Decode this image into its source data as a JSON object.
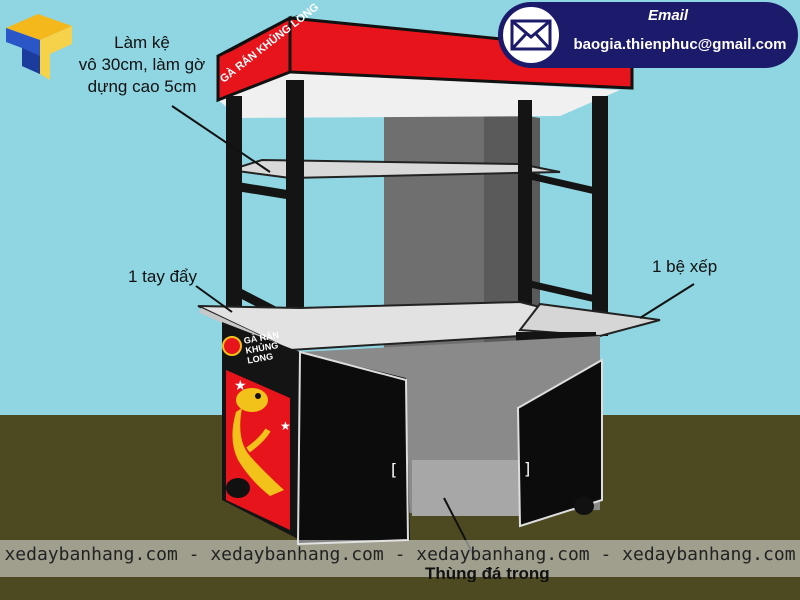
{
  "callouts": {
    "shelf_line1": "Làm kệ",
    "shelf_line2": "vô 30cm, làm gờ",
    "shelf_line3": "dựng cao 5cm",
    "handle": "1 tay đẩy",
    "fold": "1 bệ xếp"
  },
  "email": {
    "label": "Email",
    "address": "baogia.thienphuc@gmail.com",
    "icon": "envelope-icon"
  },
  "cart": {
    "sign_text": "GÀ RÁN KHỦNG LONG",
    "brand_line1": "GÀ RÁN",
    "brand_line2": "KHỦNG LONG"
  },
  "watermark": "xedaybanhang.com - xedaybanhang.com - xedaybanhang.com - xedaybanhang.com",
  "bottom_caption": "Thùng đá trong",
  "colors": {
    "sky": "#8fd6e2",
    "ground": "#4d4a22",
    "cart_black": "#141414",
    "sign_red": "#e8141c",
    "email_navy": "#1c1a6b",
    "dino_yellow": "#f2c21b"
  }
}
